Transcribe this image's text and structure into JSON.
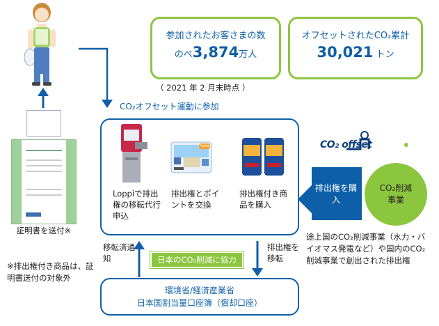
{
  "stats": {
    "customers": {
      "label": "参加されたお客さまの数",
      "prefix": "のべ",
      "value": "3,874",
      "unit": "万人"
    },
    "offset": {
      "label": "オフセットされたCO₂累計",
      "value": "30,021",
      "unit": "トン"
    },
    "as_of": "（ 2021 年 2 月末時点 ）"
  },
  "flow": {
    "participate": "CO₂オフセット運動に参加",
    "steps": [
      {
        "label": "Loppiで排出権の移転代行申込"
      },
      {
        "label": "排出権とポイントを交換"
      },
      {
        "label": "排出権付き商品を購入"
      }
    ],
    "certificate": "証明書を送付※",
    "certificate_note": "※排出権付き商品は、証明書送付の対象外",
    "notify": "移転済通知",
    "cooperate": "日本のCO₂削減に協力",
    "transfer": "排出権を移転",
    "ministry_line1": "環境省/経済産業省",
    "ministry_line2": "日本国割当量口座簿（償却口座）",
    "purchase": "排出権を購入",
    "project": "CO₂削減事業",
    "project_note": "途上国のCO₂削減事業（水力・バイオマス発電など）や国内のCO₂削減事業で創出された排出権",
    "logo_text": "CO₂ offset",
    "card_logo": "Ponta"
  },
  "colors": {
    "blue": "#0d5fa8",
    "green": "#8cc63f",
    "light_blue": "#2b7fd0"
  }
}
